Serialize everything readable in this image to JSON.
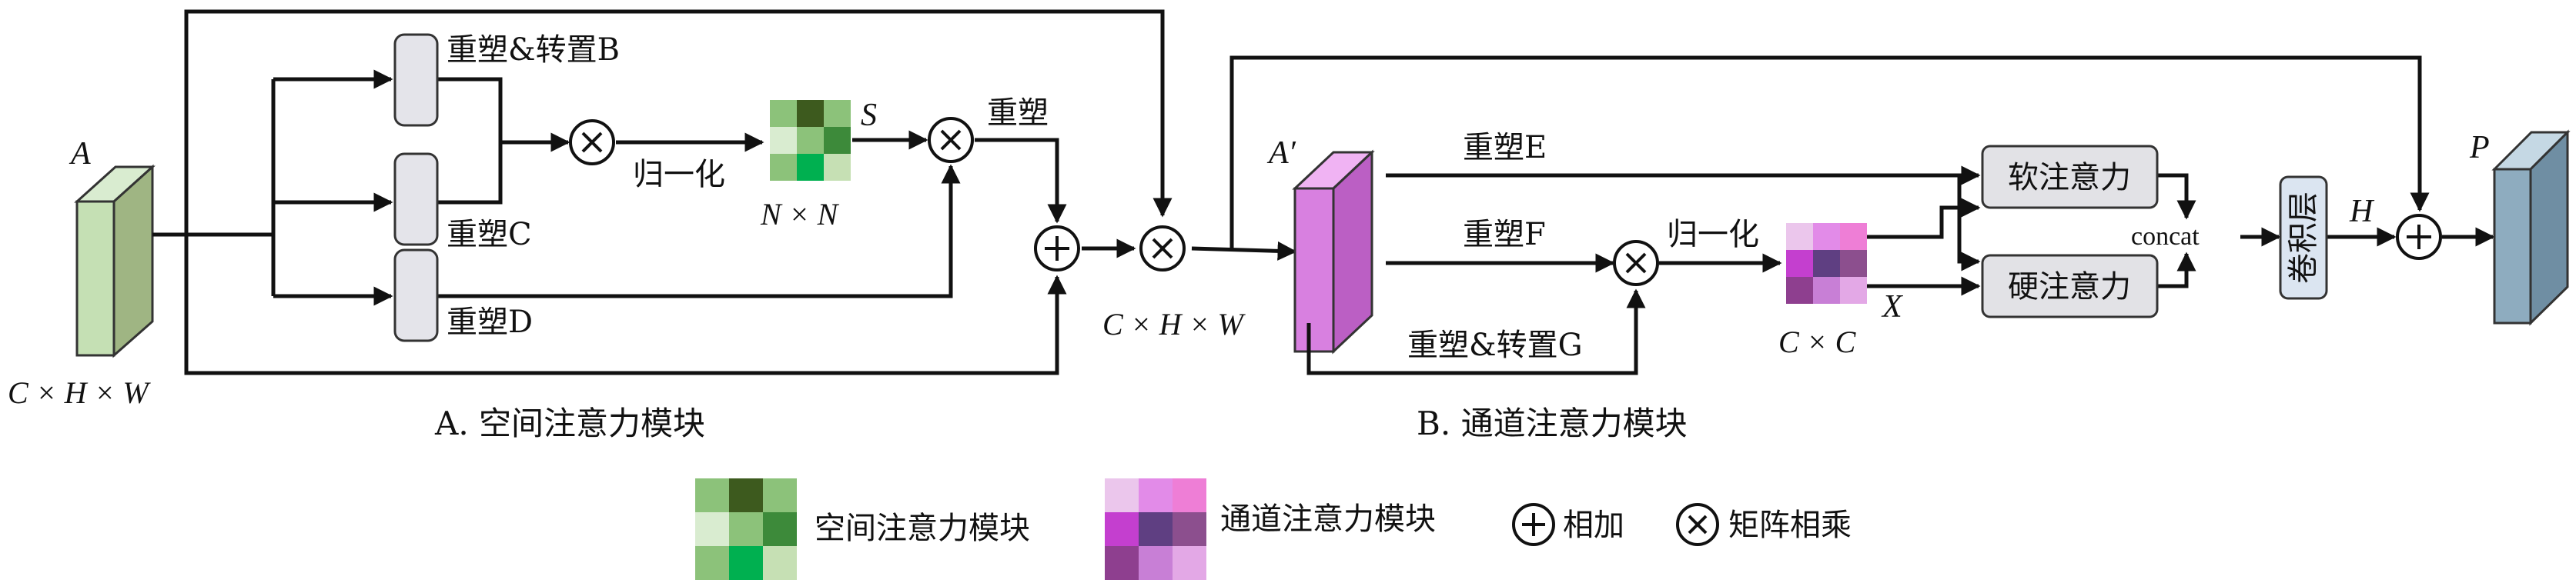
{
  "feature_maps": {
    "input": {
      "name": "A",
      "size": "C × H × W"
    },
    "after_spatial": {
      "name": "A′",
      "size": "C × H × W"
    },
    "output": {
      "name": "P"
    }
  },
  "spatial_module": {
    "title": "A. 空间注意力模块",
    "branch_b": "重塑&转置B",
    "branch_c": "重塑C",
    "branch_d": "重塑D",
    "normalize": "归一化",
    "attention_map": "S",
    "attention_size": "N × N",
    "reshape": "重塑"
  },
  "channel_module": {
    "title": "B. 通道注意力模块",
    "branch_e": "重塑E",
    "branch_f": "重塑F",
    "branch_g": "重塑&转置G",
    "normalize": "归一化",
    "attention_map": "X",
    "attention_size": "C × C",
    "soft_attention": "软注意力",
    "hard_attention": "硬注意力",
    "concat": "concat",
    "conv_layer": "卷积层",
    "conv_output": "H"
  },
  "legend": {
    "spatial": "空间注意力模块",
    "channel": "通道注意力模块",
    "add": "相加",
    "matmul": "矩阵相乘"
  },
  "colors": {
    "green_map": [
      "#8cc27a",
      "#3d5a1e",
      "#8cc27a",
      "#d9ecd0",
      "#8cc27a",
      "#3d8a3a",
      "#8cc27a",
      "#00b050",
      "#c6e0b4"
    ],
    "pink_map": [
      "#ebc6ec",
      "#e28be8",
      "#ee7ed6",
      "#c43fcf",
      "#5f3f82",
      "#8c4f8e",
      "#8e3f8f",
      "#c87fd6",
      "#e3a8e6"
    ],
    "cube_green": "#c5e0b4",
    "cube_pink": "#d880e0",
    "cube_blue": "#8eacbf",
    "box_fill": "#e4e4ea",
    "attn_fill": "#e2e2e6"
  }
}
